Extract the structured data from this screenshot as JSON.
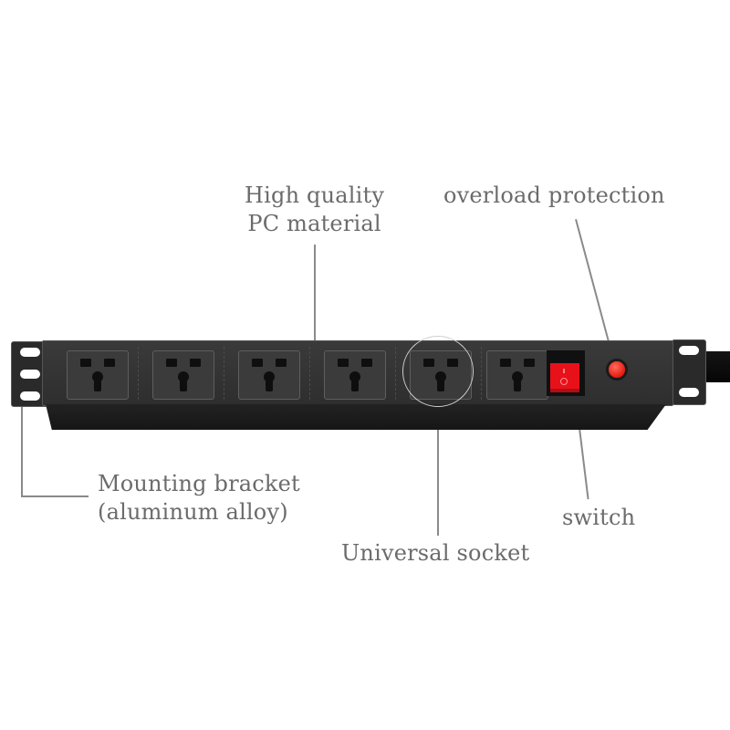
{
  "image": {
    "subject": "Rack-mount power distribution unit (PDU) with 6 universal sockets",
    "background_color": "#ffffff",
    "label_color": "#6b6b6b",
    "accent_colors": {
      "switch_red": "#e8111a",
      "overload_red": "#e61a12",
      "body": "#2e2e2e"
    }
  },
  "callouts": {
    "pc_material": {
      "line1": "High quality",
      "line2": "PC material"
    },
    "overload": {
      "text": "overload protection"
    },
    "bracket": {
      "line1": "Mounting bracket",
      "line2": "(aluminum alloy)"
    },
    "switch": {
      "text": "switch"
    },
    "socket": {
      "text": "Universal socket"
    }
  },
  "product": {
    "socket_count": 6,
    "components": [
      "mounting-bracket-left",
      "universal-socket x6",
      "rocker-switch",
      "overload-protector",
      "mounting-bracket-right",
      "power-cable"
    ]
  }
}
